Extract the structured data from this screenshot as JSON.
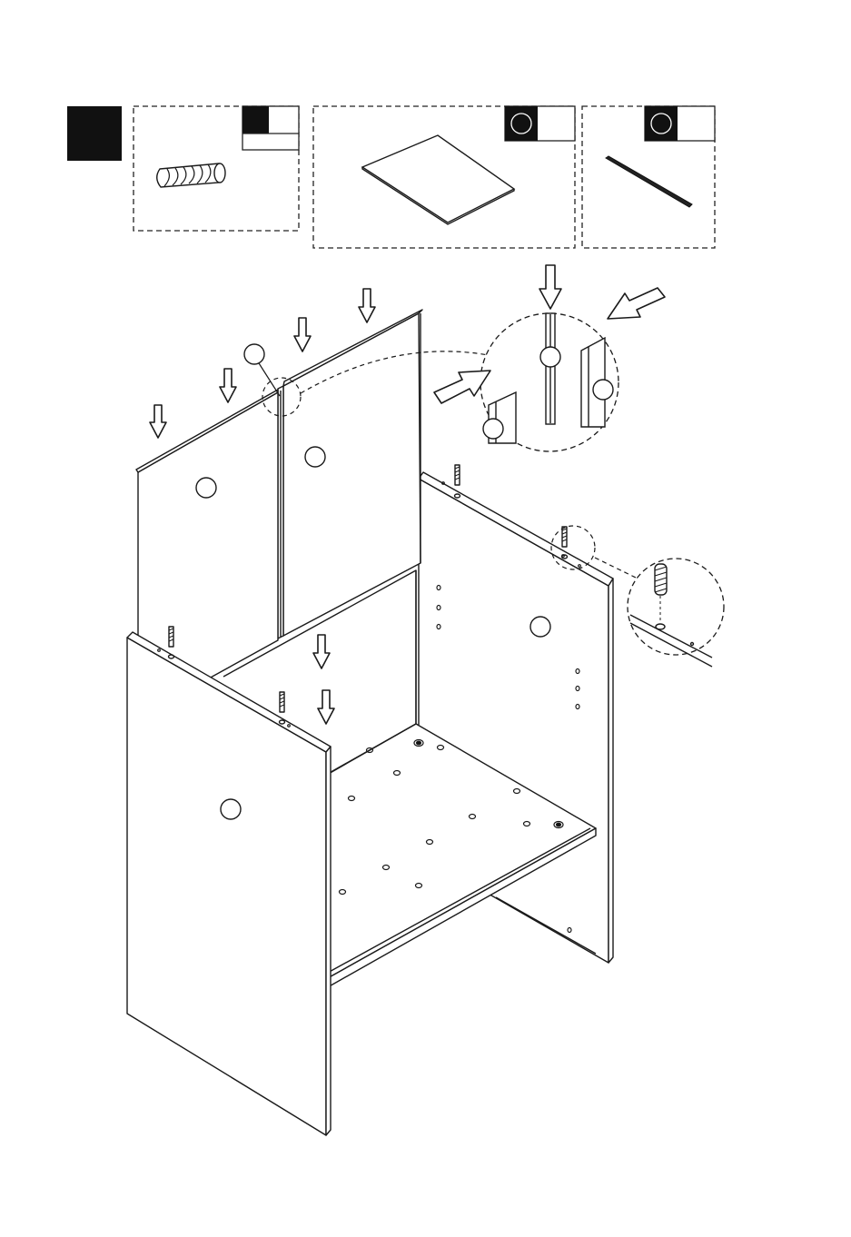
{
  "page": {
    "step_number": "",
    "background": "#ffffff",
    "ink": "#1a1a1a",
    "badge_fill": "#111111"
  },
  "parts": [
    {
      "id": "dowel",
      "icon": "dowel-icon",
      "label": "",
      "qty": ""
    },
    {
      "id": "back-panel",
      "icon": "panel-icon",
      "label": "",
      "qty": ""
    },
    {
      "id": "connector-strip",
      "icon": "strip-icon",
      "label": "",
      "qty": ""
    }
  ],
  "callouts": {
    "back_left_panel": "",
    "back_right_panel": "",
    "strip": "",
    "left_side": "",
    "right_side": "",
    "zoom_strip": "",
    "zoom_left": "",
    "zoom_right": ""
  }
}
